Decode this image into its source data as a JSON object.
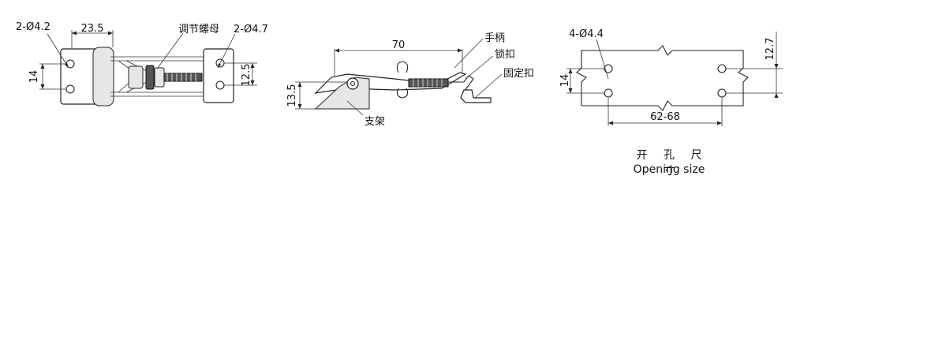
{
  "top_view": {
    "dim_width": "23.5",
    "dim_height_left": "14",
    "dim_height_right": "12.5",
    "hole_left": "2-Ø4.2",
    "hole_right": "2-Ø4.7",
    "adjust_nut": "调节螺母"
  },
  "side_view": {
    "dim_length": "70",
    "dim_height": "13.5",
    "handle": "手柄",
    "latch": "锁扣",
    "fixed_catch": "固定扣",
    "bracket": "支架"
  },
  "opening_view": {
    "holes": "4-Ø4.4",
    "dim_spacing": "62-68",
    "dim_height_left": "14",
    "dim_height_right": "12.7",
    "caption_cn": "开 孔 尺 寸",
    "caption_en": "Opening size"
  }
}
